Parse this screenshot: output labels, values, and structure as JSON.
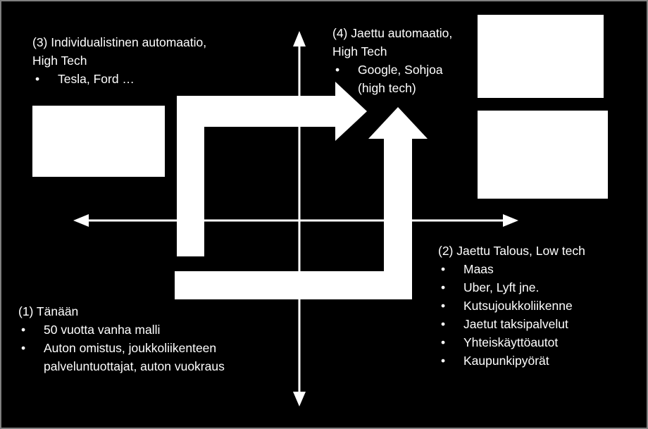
{
  "colors": {
    "background": "#000000",
    "foreground": "#ffffff",
    "frame_border": "#7f7f7f"
  },
  "bullet_symbol": "•",
  "quadrants": {
    "q3": {
      "title_lines": [
        "(3) Individualistinen automaatio,",
        "High Tech"
      ],
      "bullets": [
        {
          "lines": [
            "Tesla, Ford  …"
          ]
        }
      ]
    },
    "q4": {
      "title_lines": [
        "(4) Jaettu automaatio,",
        "High Tech"
      ],
      "bullets": [
        {
          "lines": [
            "Google, Sohjoa",
            "(high tech)"
          ]
        }
      ]
    },
    "q2": {
      "title_lines": [
        "(2) Jaettu Talous, Low tech"
      ],
      "bullets": [
        {
          "lines": [
            "Maas"
          ]
        },
        {
          "lines": [
            "Uber, Lyft jne."
          ]
        },
        {
          "lines": [
            "Kutsujoukkoliikenne"
          ]
        },
        {
          "lines": [
            "Jaetut taksipalvelut"
          ]
        },
        {
          "lines": [
            "Yhteiskäyttöautot"
          ]
        },
        {
          "lines": [
            "Kaupunkipyörät"
          ]
        }
      ]
    },
    "q1": {
      "title_lines": [
        "(1) Tänään"
      ],
      "bullets": [
        {
          "lines": [
            "50 vuotta vanha malli"
          ]
        },
        {
          "lines": [
            "Auton omistus, joukkoliikenteen",
            "palveluntuottajat, auton vuokraus"
          ]
        }
      ]
    }
  },
  "image_placeholders": [
    "image-left",
    "image-top-right",
    "image-right"
  ]
}
